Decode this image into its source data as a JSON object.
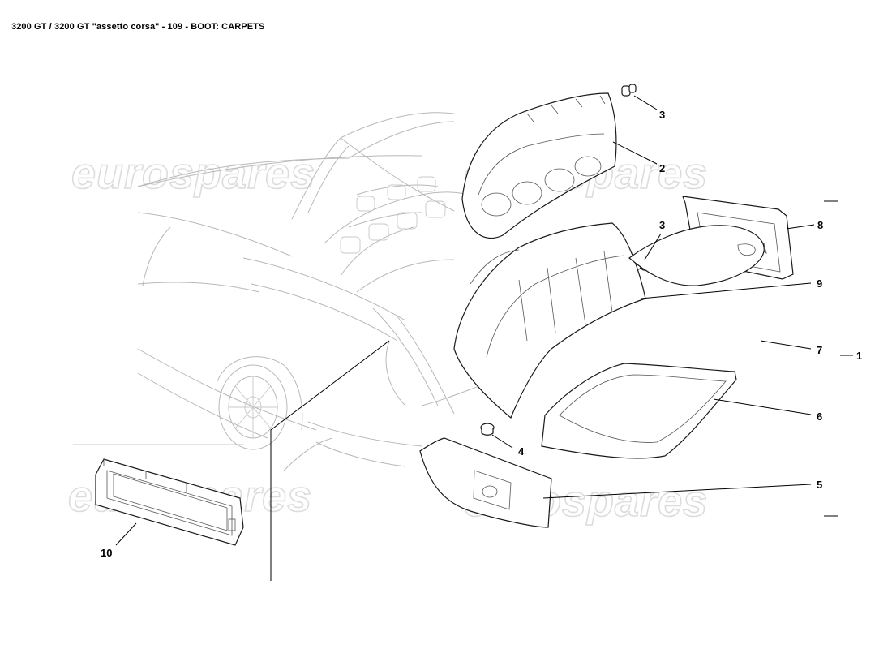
{
  "page": {
    "title": "3200 GT / 3200 GT \"assetto corsa\" - 109 - BOOT: CARPETS"
  },
  "watermarks": [
    "eurospares",
    "eurospares",
    "eurospares",
    "eurospares"
  ],
  "callouts": [
    {
      "id": "c1",
      "label": "1"
    },
    {
      "id": "c2",
      "label": "2"
    },
    {
      "id": "c3a",
      "label": "3"
    },
    {
      "id": "c3b",
      "label": "3"
    },
    {
      "id": "c4",
      "label": "4"
    },
    {
      "id": "c5",
      "label": "5"
    },
    {
      "id": "c6",
      "label": "6"
    },
    {
      "id": "c7",
      "label": "7"
    },
    {
      "id": "c8",
      "label": "8"
    },
    {
      "id": "c9",
      "label": "9"
    },
    {
      "id": "c10",
      "label": "10"
    }
  ]
}
